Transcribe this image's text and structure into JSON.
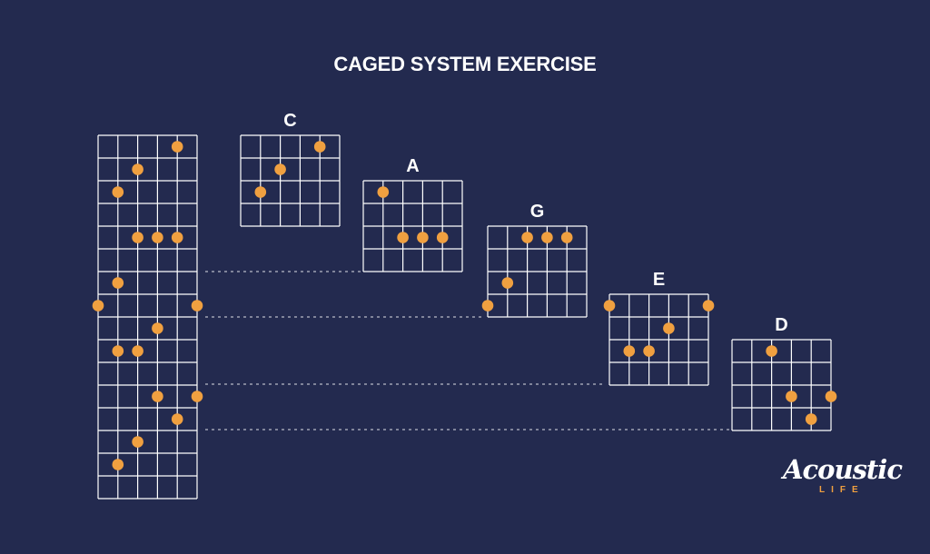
{
  "title": "CAGED SYSTEM EXERCISE",
  "colors": {
    "background": "#232a4f",
    "grid_lines": "#ffffff",
    "dots": "#f0a040",
    "connector_lines": "#ffffff"
  },
  "shapes": [
    {
      "label": "C",
      "dots": [
        [
          4,
          0
        ],
        [
          2,
          1
        ],
        [
          1,
          2
        ]
      ]
    },
    {
      "label": "A",
      "dots": [
        [
          1,
          0
        ],
        [
          2,
          2
        ],
        [
          3,
          2
        ],
        [
          4,
          2
        ]
      ]
    },
    {
      "label": "G",
      "dots": [
        [
          2,
          0
        ],
        [
          3,
          0
        ],
        [
          4,
          0
        ],
        [
          1,
          2
        ],
        [
          0,
          3
        ]
      ]
    },
    {
      "label": "E",
      "dots": [
        [
          0,
          0
        ],
        [
          5,
          0
        ],
        [
          3,
          1
        ],
        [
          1,
          2
        ],
        [
          2,
          2
        ]
      ]
    },
    {
      "label": "D",
      "dots": [
        [
          2,
          0
        ],
        [
          3,
          2
        ],
        [
          5,
          2
        ],
        [
          4,
          3
        ]
      ]
    }
  ],
  "full_neck": {
    "dots": [
      [
        4,
        0
      ],
      [
        2,
        1
      ],
      [
        1,
        2
      ],
      [
        2,
        4
      ],
      [
        3,
        4
      ],
      [
        4,
        4
      ],
      [
        1,
        6
      ],
      [
        0,
        7
      ],
      [
        5,
        7
      ],
      [
        3,
        8
      ],
      [
        1,
        9
      ],
      [
        2,
        9
      ],
      [
        3,
        11
      ],
      [
        5,
        11
      ],
      [
        4,
        12
      ],
      [
        2,
        13
      ],
      [
        1,
        14
      ]
    ]
  },
  "logo": {
    "script": "Acoustic",
    "sub": "LIFE"
  }
}
